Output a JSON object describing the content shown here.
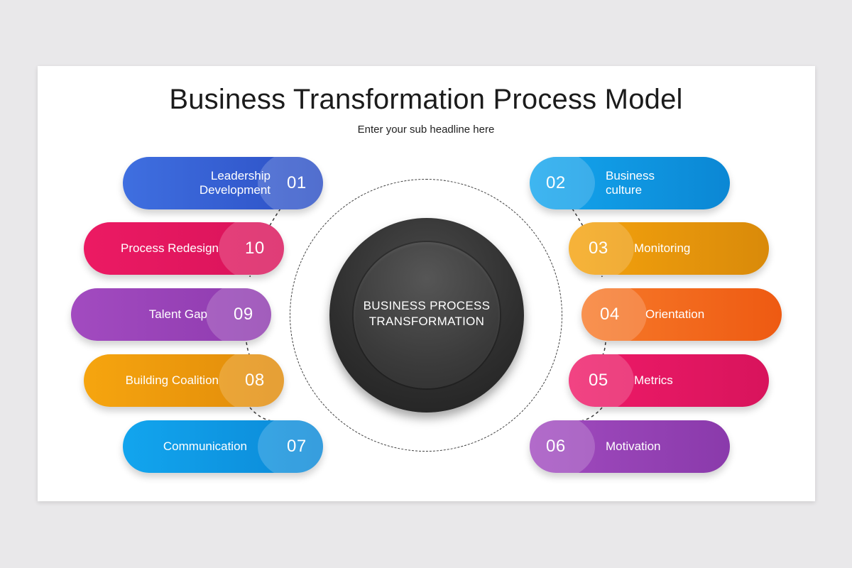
{
  "title": "Business Transformation Process Model",
  "subtitle": "Enter your sub headline here",
  "center": {
    "line1": "BUSINESS PROCESS",
    "line2": "TRANSFORMATION"
  },
  "steps_left": [
    {
      "number": "01",
      "label": "Leadership Development",
      "color_from": "#3f6fe0",
      "color_to": "#2c4fc4"
    },
    {
      "number": "10",
      "label": "Process Redesign",
      "color_from": "#ec1a63",
      "color_to": "#d8135a"
    },
    {
      "number": "09",
      "label": "Talent Gap",
      "color_from": "#a24bc0",
      "color_to": "#8e3aae"
    },
    {
      "number": "08",
      "label": "Building Coalition",
      "color_from": "#f6a50f",
      "color_to": "#e08a0a"
    },
    {
      "number": "07",
      "label": "Communication",
      "color_from": "#12a5ee",
      "color_to": "#0b88d6"
    }
  ],
  "steps_right": [
    {
      "number": "02",
      "label": "Business culture",
      "color_from": "#14a6ee",
      "color_to": "#0b87d4"
    },
    {
      "number": "03",
      "label": "Monitoring",
      "color_from": "#f5a30e",
      "color_to": "#d98a0a"
    },
    {
      "number": "04",
      "label": "Orientation",
      "color_from": "#f77a2a",
      "color_to": "#ee5a12"
    },
    {
      "number": "05",
      "label": "Metrics",
      "color_from": "#ef1a68",
      "color_to": "#d8145c"
    },
    {
      "number": "06",
      "label": "Motivation",
      "color_from": "#a14bbf",
      "color_to": "#8a3aab"
    }
  ]
}
